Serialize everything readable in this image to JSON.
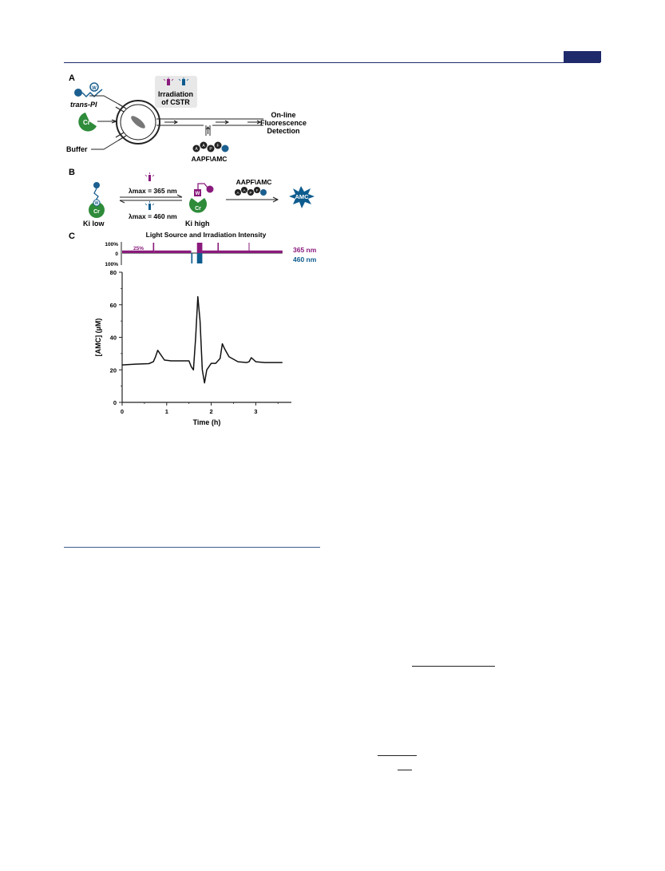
{
  "panels": {
    "a": {
      "letter": "A",
      "trans_pi": "trans-PI",
      "w": "W",
      "cr": "Cr",
      "buffer": "Buffer",
      "irradiation_line1": "Irradiation",
      "irradiation_line2": "of CSTR",
      "detection_line1": "On-line",
      "detection_line2": "Fluorescence",
      "detection_line3": "Detection",
      "substrate": "AAPF\\AMC",
      "beads": [
        "A",
        "A",
        "P",
        "F"
      ]
    },
    "b": {
      "letter": "B",
      "lambda_365": "λmax = 365 nm",
      "lambda_460": "λmax = 460 nm",
      "ki_low": "Ki low",
      "ki_high": "Ki high",
      "substrate": "AAPF\\AMC",
      "product": "AMC",
      "w": "W",
      "cr": "Cr"
    },
    "c": {
      "letter": "C",
      "light_title": "Light Source and Irradiation Intensity",
      "pct_100_top": "100%",
      "pct_0": "0",
      "pct_100_bottom": "100%",
      "pct_25": "25%",
      "label_365": "365 nm",
      "label_460": "460 nm"
    }
  },
  "colors": {
    "violet": "#8a1a7c",
    "blue": "#0e5c8e",
    "green": "#2e8b3a",
    "navy": "#1f2a6b",
    "bead": "#1a5f8f"
  },
  "chart_data": {
    "type": "line",
    "xlabel": "Time (h)",
    "ylabel": "[AMC] (µM)",
    "xlim": [
      0,
      3.8
    ],
    "ylim": [
      0,
      80
    ],
    "xticks": [
      0,
      1,
      2,
      3
    ],
    "yticks": [
      0,
      20,
      40,
      60,
      80
    ],
    "grid": false,
    "series": [
      {
        "x": [
          0,
          0.3,
          0.6,
          0.7,
          0.75,
          0.8,
          0.85,
          0.95,
          1.1,
          1.3,
          1.5,
          1.55,
          1.6,
          1.65,
          1.7,
          1.75,
          1.8,
          1.85,
          1.9,
          2.0,
          2.1,
          2.2,
          2.25,
          2.3,
          2.4,
          2.6,
          2.8,
          2.85,
          2.9,
          3.0,
          3.2,
          3.4,
          3.6
        ],
        "y": [
          23,
          23.5,
          23.8,
          25,
          28,
          32,
          30,
          26,
          25.5,
          25.5,
          25.5,
          22,
          20,
          40,
          65,
          50,
          20,
          12,
          20,
          24,
          24,
          27,
          36,
          33,
          28,
          25,
          24.5,
          25,
          27.5,
          25,
          24.5,
          24.5,
          24.5
        ]
      }
    ],
    "irradiation": {
      "nm365": [
        {
          "t0": 0,
          "t1": 0.7,
          "level": 0.25
        },
        {
          "t0": 0.7,
          "t1": 0.72,
          "level": 1.0
        },
        {
          "t0": 0.72,
          "t1": 1.55,
          "level": 0.25
        },
        {
          "t0": 1.55,
          "t1": 1.68,
          "level": 0
        },
        {
          "t0": 1.68,
          "t1": 1.8,
          "level": 1.0
        },
        {
          "t0": 1.8,
          "t1": 2.15,
          "level": 0.25
        },
        {
          "t0": 2.15,
          "t1": 2.17,
          "level": 1.0
        },
        {
          "t0": 2.17,
          "t1": 3.6,
          "level": 0.25
        }
      ],
      "nm460": [
        {
          "t0": 1.55,
          "t1": 1.58,
          "level": 1.0
        },
        {
          "t0": 1.68,
          "t1": 1.8,
          "level": 1.0
        }
      ],
      "markers": [
        0.7,
        2.15,
        2.85
      ]
    }
  }
}
